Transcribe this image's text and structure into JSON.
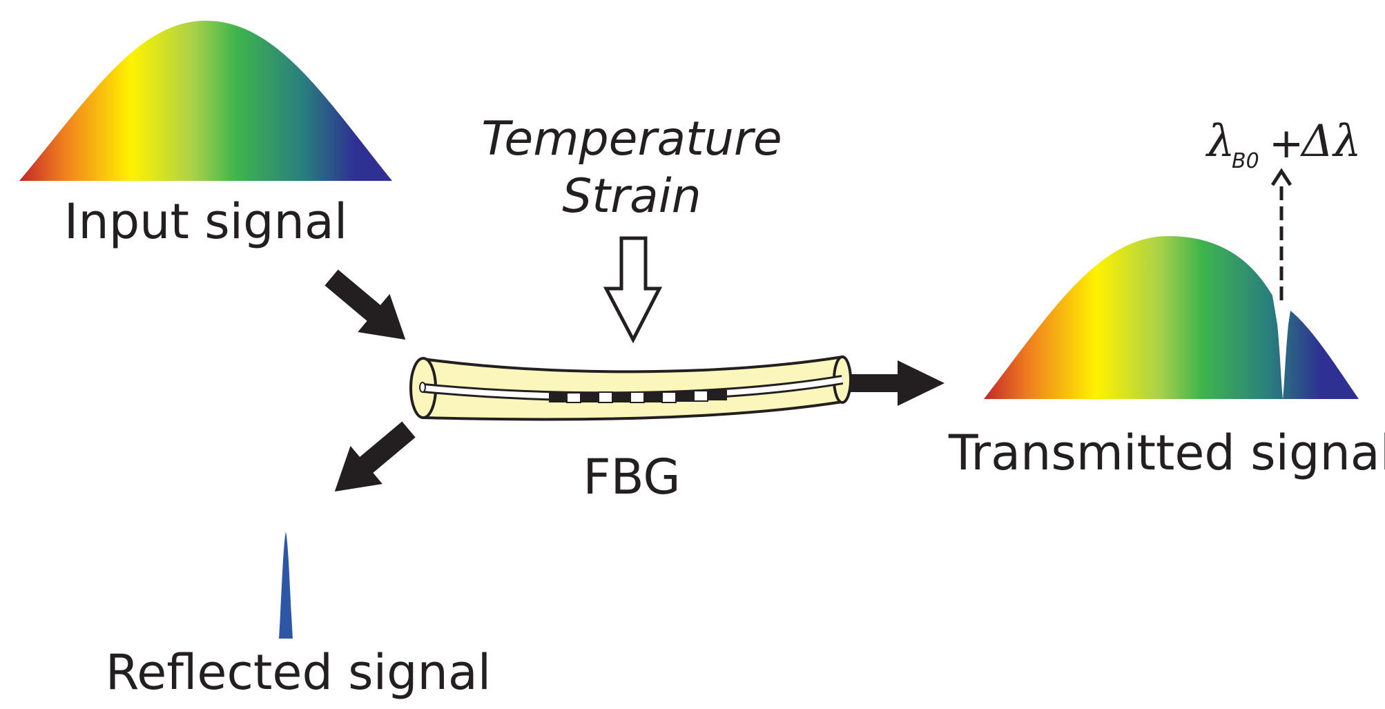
{
  "labels": {
    "input_signal": "Input signal",
    "temperature": "Temperature",
    "strain": "Strain",
    "fbg": "FBG",
    "transmitted_signal": "Transmitted signal",
    "reflected_signal": "Reflected signal",
    "lambda_symbol": "λ",
    "lambda_subscript": "B0",
    "plus": "+",
    "delta_lambda": "Δλ"
  },
  "colors": {
    "spectrum": [
      "#c3272b",
      "#f07f1f",
      "#fff200",
      "#a8d04a",
      "#3fb54c",
      "#2a7f7e",
      "#2e3192"
    ],
    "reflected_peak": "#2d56a4",
    "fiber_fill": "#fbf6bc",
    "fiber_stroke": "#231f20",
    "arrow": "#231f20"
  }
}
